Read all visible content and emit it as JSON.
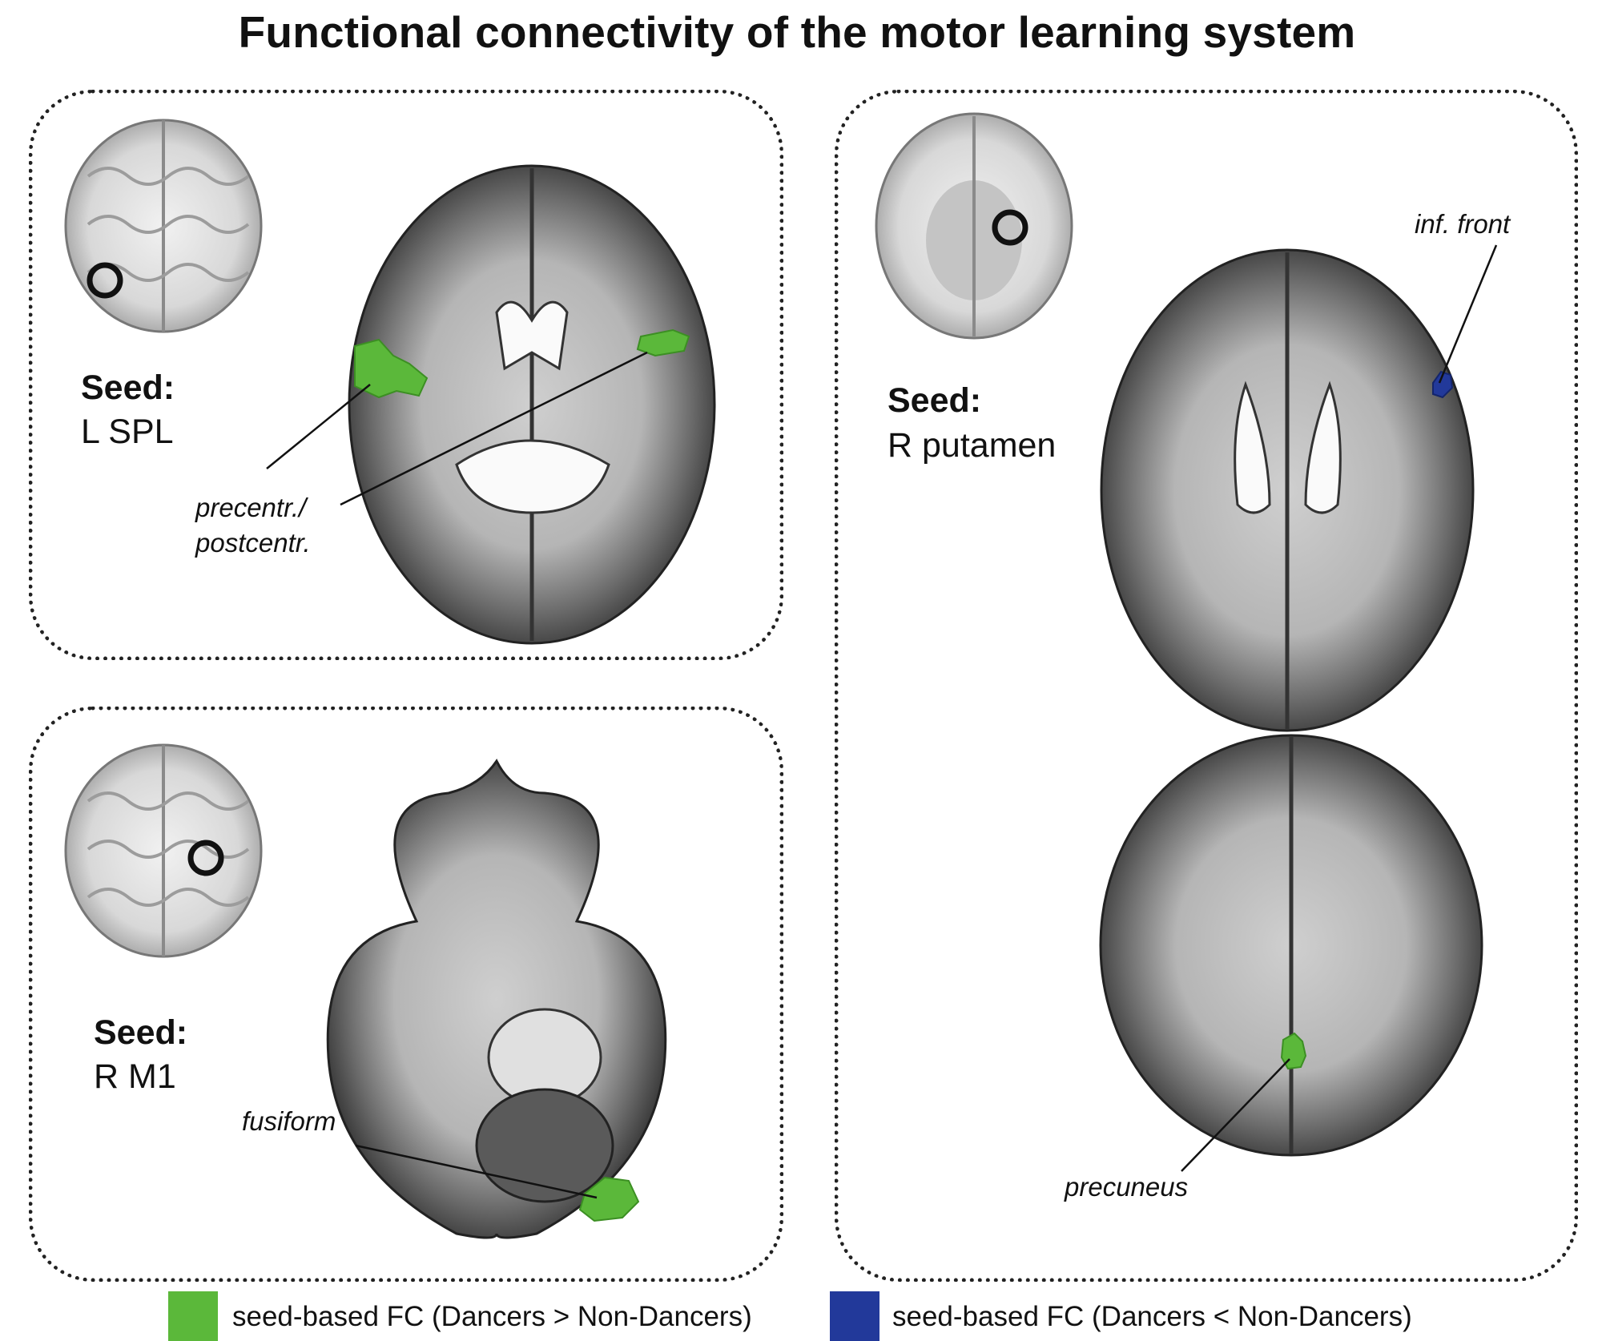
{
  "title": "Functional connectivity of the motor learning system",
  "panels": [
    {
      "seed_heading": "Seed:",
      "seed_name": "L SPL",
      "regions": [
        {
          "label": "precentr./\npostcentr.",
          "line1": "precentr./",
          "line2": "postcentr.",
          "color": "#5bb83a"
        }
      ]
    },
    {
      "seed_heading": "Seed:",
      "seed_name": "R M1",
      "regions": [
        {
          "label": "fusiform",
          "color": "#5bb83a"
        }
      ]
    },
    {
      "seed_heading": "Seed:",
      "seed_name": "R putamen",
      "regions": [
        {
          "label": "inf. front",
          "color": "#22399a"
        },
        {
          "label": "precuneus",
          "color": "#5bb83a"
        }
      ]
    }
  ],
  "legend": [
    {
      "label": "seed-based FC (Dancers > Non-Dancers)",
      "color": "#5bb83a"
    },
    {
      "label": "seed-based FC (Dancers < Non-Dancers)",
      "color": "#22399a"
    }
  ],
  "icons": [
    "brain-axial-slice-icon",
    "seed-circle-icon"
  ]
}
